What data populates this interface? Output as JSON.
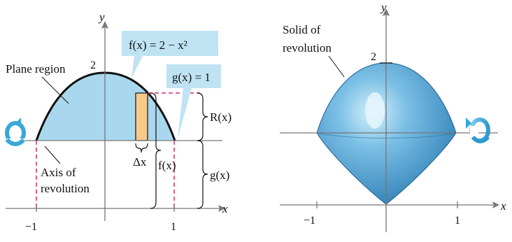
{
  "left_panel": {
    "axis_x": "x",
    "axis_y": "y",
    "tick_neg1": "−1",
    "tick_1": "1",
    "y_tick_2": "2",
    "plane_region": "Plane region",
    "func_f": "f(x) = 2 − x²",
    "func_g": "g(x) = 1",
    "R_label": "R(x)",
    "g_label": "g(x)",
    "f_label": "f(x)",
    "dx_label": "Δx",
    "axis_rev_1": "Axis of",
    "axis_rev_2": "revolution"
  },
  "right_panel": {
    "axis_x": "x",
    "axis_y": "y",
    "tick_neg1": "−1",
    "tick_1": "1",
    "y_tick_2": "2",
    "solid_1": "Solid of",
    "solid_2": "revolution"
  },
  "colors": {
    "region_fill": "#a9d8ee",
    "rect_fill": "#f7c98a",
    "callout_bg": "#bfe3f3",
    "dashed": "#d0306a",
    "solid_body": "#5aa8d8",
    "arrow": "#3aa7d8"
  }
}
